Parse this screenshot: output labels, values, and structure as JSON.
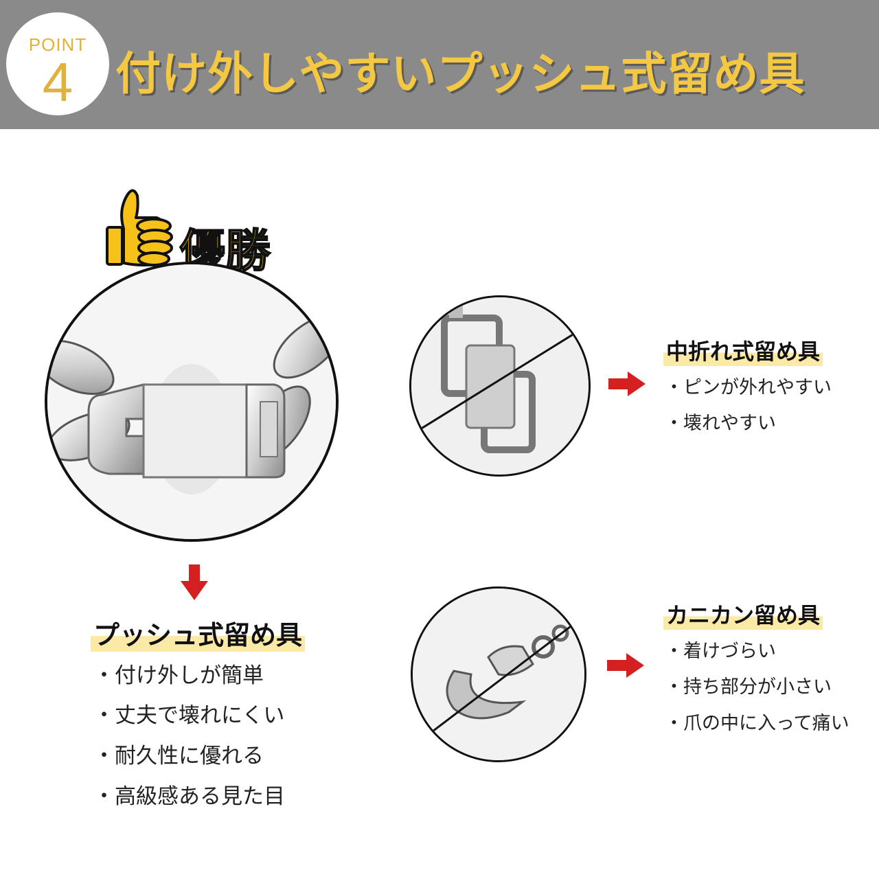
{
  "header": {
    "badge_word": "POINT",
    "badge_number": "4",
    "title": "付け外しやすいプッシュ式留め具"
  },
  "winner_label": "優勝",
  "push_clasp": {
    "title": "プッシュ式留め具",
    "bullets": [
      "・付け外しが簡単",
      "・丈夫で壊れにくい",
      "・耐久性に優れる",
      "・高級感ある見た目"
    ]
  },
  "fold_clasp": {
    "title": "中折れ式留め具",
    "bullets": [
      "・ピンが外れやすい",
      "・壊れやすい"
    ]
  },
  "lobster_clasp": {
    "title": "カニカン留め具",
    "bullets": [
      "・着けづらい",
      "・持ち部分が小さい",
      "・爪の中に入って痛い"
    ]
  },
  "colors": {
    "header_bg": "#8a8a8a",
    "title_yellow": "#f4c842",
    "badge_gold": "#e0b23c",
    "arrow_red": "#d42020",
    "highlight": "#fbe9a8"
  }
}
